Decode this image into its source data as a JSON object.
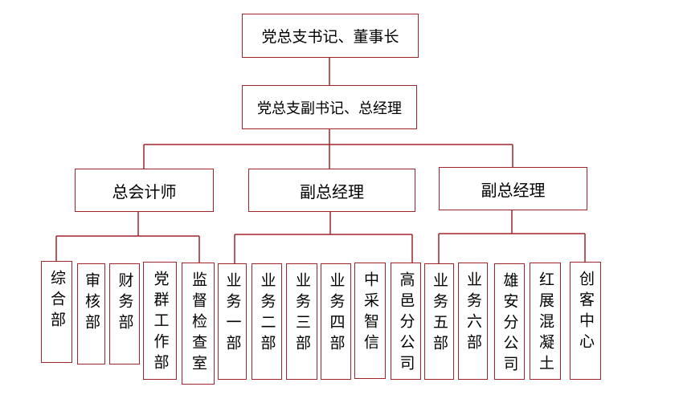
{
  "chart": {
    "root": "党总支书记、董事长",
    "level2": "党总支副书记、总经理",
    "level3": [
      "总会计师",
      "副总经理",
      "副总经理"
    ],
    "departments": [
      "综合部",
      "审核部",
      "财务部",
      "党群工作部",
      "监督检查室",
      "业务一部",
      "业务二部",
      "业务三部",
      "业务四部",
      "中采智信",
      "高邑分公司",
      "业务五部",
      "业务六部",
      "雄安分公司",
      "红展混凝土",
      "创客中心"
    ]
  },
  "colors": {
    "line": "#a0242a",
    "border": "#a0242a"
  }
}
